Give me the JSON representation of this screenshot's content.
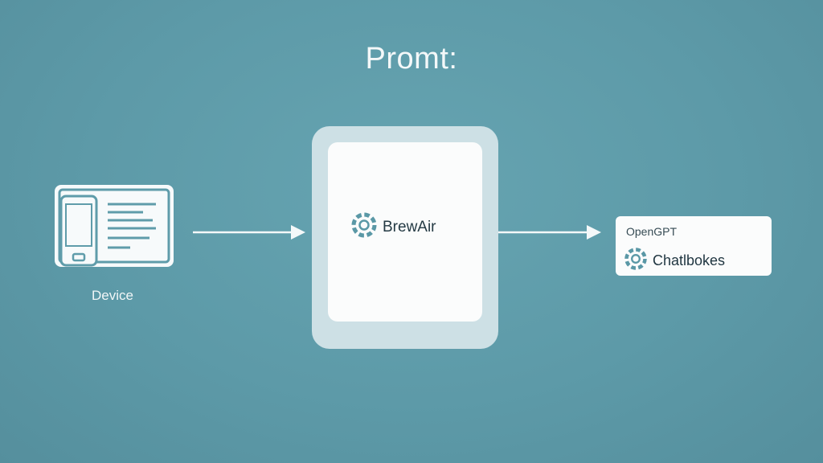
{
  "title": "Promt:",
  "device": {
    "label": "Device",
    "icon": "tablet-phone-icon"
  },
  "center": {
    "brand_name": "BrewAir",
    "icon": "gear-logo-icon"
  },
  "right": {
    "top_label": "OpenGPT",
    "brand_name": "Chatlbokes",
    "icon": "gear-logo-icon"
  },
  "colors": {
    "background": "#5d9aa8",
    "panel": "#cde0e5",
    "card": "#fbfcfc",
    "logo": "#5a98a6"
  }
}
